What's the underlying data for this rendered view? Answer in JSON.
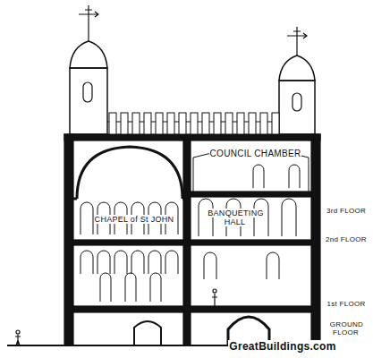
{
  "diagram": {
    "labels": [
      "CHAPEL of St JOHN",
      "COUNCIL CHAMBER",
      "3rd FLOOR",
      "BANQUETING HALL",
      "2nd FLOOR",
      "1st FLOOR",
      "GROUND FLOOR",
      "GreatBuildings.com"
    ]
  }
}
